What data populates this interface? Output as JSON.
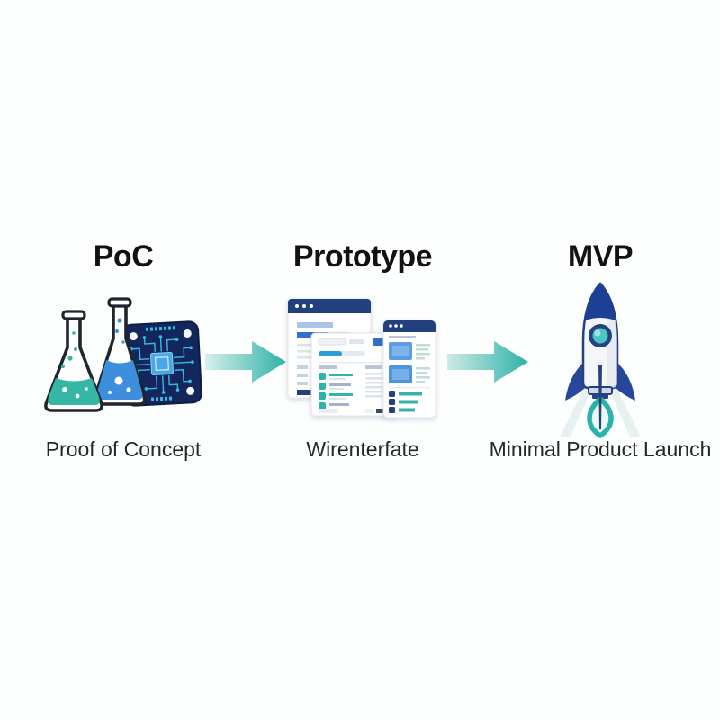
{
  "diagram": {
    "stages": [
      {
        "title": "PoC",
        "subtitle": "Proof of Concept",
        "icon": "flasks-and-circuit-board-icon"
      },
      {
        "title": "Prototype",
        "subtitle": "Wirenterfate",
        "icon": "wireframe-screens-icon"
      },
      {
        "title": "MVP",
        "subtitle": "Minimal Product Launch",
        "icon": "rocket-launch-icon"
      }
    ],
    "connectors": [
      {
        "name": "arrow-right-icon"
      },
      {
        "name": "arrow-right-icon"
      }
    ],
    "colors": {
      "background": "#fdfefe",
      "title_text": "#121212",
      "subtitle_text": "#25272a",
      "teal": "#2fb3a8",
      "teal_light": "#d8efec",
      "navy": "#24417e",
      "blue": "#3e8ede",
      "board_navy": "#132a61",
      "trace_cyan": "#39b9e8",
      "chip_blue": "#4aa7e8",
      "liquid_teal": "#34b7a4",
      "flame_teal": "#2bb3ab"
    }
  }
}
